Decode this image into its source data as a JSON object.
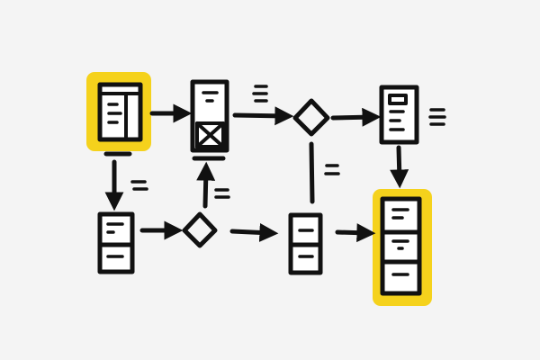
{
  "diagram": {
    "kind": "wireframe-flowchart",
    "style": "hand-drawn",
    "colors": {
      "background": "#f4f4f4",
      "ink": "#111111",
      "highlight": "#f5d21c",
      "box_fill": "#ffffff"
    },
    "nodes": [
      {
        "id": "start-page",
        "shape": "page-wireframe",
        "highlighted": true
      },
      {
        "id": "image-card",
        "shape": "image-placeholder-card",
        "highlighted": false
      },
      {
        "id": "top-decision",
        "shape": "diamond",
        "highlighted": false
      },
      {
        "id": "detail-page",
        "shape": "page-wireframe",
        "highlighted": false
      },
      {
        "id": "left-stack",
        "shape": "stacked-cards",
        "count": 2,
        "highlighted": false
      },
      {
        "id": "middle-decision",
        "shape": "diamond",
        "highlighted": false
      },
      {
        "id": "middle-stack",
        "shape": "stacked-cards",
        "count": 2,
        "highlighted": false
      },
      {
        "id": "result-stack",
        "shape": "stacked-cards",
        "count": 3,
        "highlighted": true
      }
    ],
    "edges": [
      {
        "from": "start-page",
        "to": "image-card"
      },
      {
        "from": "image-card",
        "to": "top-decision"
      },
      {
        "from": "top-decision",
        "to": "detail-page"
      },
      {
        "from": "start-page",
        "to": "left-stack"
      },
      {
        "from": "left-stack",
        "to": "middle-decision"
      },
      {
        "from": "middle-decision",
        "to": "image-card"
      },
      {
        "from": "middle-decision",
        "to": "middle-stack"
      },
      {
        "from": "middle-stack",
        "to": "top-decision"
      },
      {
        "from": "middle-stack",
        "to": "result-stack"
      },
      {
        "from": "detail-page",
        "to": "result-stack"
      }
    ],
    "icons": [
      "arrow-icon",
      "diamond-icon",
      "image-placeholder-icon",
      "text-lines-icon"
    ]
  }
}
